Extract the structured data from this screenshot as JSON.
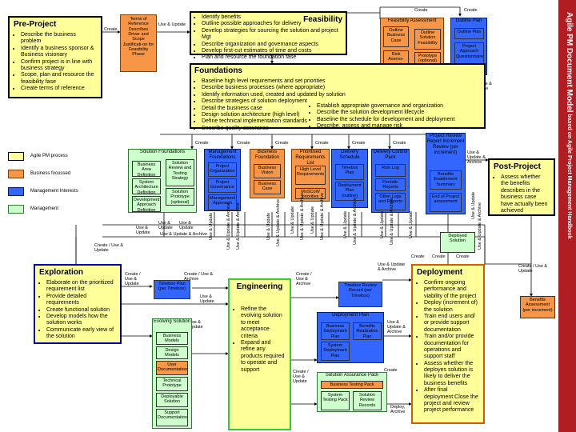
{
  "sidebar": {
    "title": "Agile PM Document Model",
    "subtitle": " based on Agile Project Management Handbook",
    "color": "#b01e23"
  },
  "colors": {
    "phase": "#ffff99",
    "business": "#f79646",
    "management": "#3366ff",
    "technical": "#ccffcc"
  },
  "legend": [
    {
      "label": "Agile PM process",
      "color": "#ffff99"
    },
    {
      "label": "Business focussed",
      "color": "#f79646"
    },
    {
      "label": "Management Interests",
      "color": "#3366ff"
    },
    {
      "label": "Management",
      "color": "#ccffcc"
    }
  ],
  "preproject": {
    "title": "Pre-Project",
    "items": [
      "Describe the business problem",
      "Identify a business sponsor & Business visionary",
      "Confirm project is in line with business strategy",
      "Scope, plan and resource the feasibility fase",
      "Create terms of reference"
    ]
  },
  "tor_doc": "Terms of Reference Describes Driver and Scope Justificati-on for Feasibility Phase",
  "feasibility": {
    "title": "Feasibility",
    "items": [
      "Identify benefits",
      "Outline possible approaches for delivery",
      "Develop strategies for sourcing the solution and project Mgt",
      "Describe organization and governance aspects",
      "Develop first-cut estimates of time and costs",
      "Plan and resource the foundation fase"
    ]
  },
  "feas_assess": {
    "title": "Feasibility Assessment",
    "b1": "Outline Business Case",
    "b2": "Outline Solution Feasibility",
    "b3": "Risk Assess-ment",
    "b4": "Prototype (optional)"
  },
  "outline_plan": {
    "title": "Outline Plan",
    "b1": "Outline Plan",
    "b2": "Project Approach Questionnaire"
  },
  "foundations": {
    "title": "Foundations",
    "items_left": [
      "Baseline high level requirements and set priorities",
      "Describe business processes (where appropriate)",
      "Identify information used, created and updated by solution",
      "Describe strategies of solution deployment",
      "Detail the business case",
      "Design solution architecture (high level)",
      "Define technical implementation standards",
      "Describe quality assurance"
    ],
    "items_right": [
      "Establish appropriate governance and organization",
      "Describe the solution development lifecycle",
      "Baseline the schedule for development and deployment",
      "Describe, assess and manage risk"
    ]
  },
  "sol_found": {
    "title": "Solution Foundations",
    "b1": "Business Area Definition",
    "b2": "System Architecture Definition",
    "b3": "Development Approach Definition",
    "b4": "Solution Review and Testing Strategy",
    "b5": "Solution Prototype (optional)"
  },
  "mgmt_found": {
    "title": "Management Foundations",
    "b1": "Project Organization",
    "b2": "Project Governance",
    "b3": "Management Approach"
  },
  "bus_found": {
    "title": "Business Foundation",
    "b1": "Business Vision",
    "b2": "Business Case"
  },
  "prior_req": {
    "title": "Prioritised Requirements List",
    "b1": "High Level Requirements",
    "b2": "MoSCoW priorities"
  },
  "deliv_sched": {
    "title": "Delivery Schedule",
    "b1": "Timebox Plan",
    "b2": "Deployment Plan (outline)"
  },
  "deliv_ctrl": {
    "title": "Delivery Control Pack",
    "b1": "Risk Log",
    "b2": "Periodic Reports",
    "b3": "Other Logs and Reports"
  },
  "benefits_review": {
    "title": "Project Review Report Increment Review (per increment)",
    "b1": "Benefits Enablement Summary",
    "b2": "End of Project assessment"
  },
  "postproject": {
    "title": "Post-Project",
    "items": [
      "Assess whether the benefits describes in the business case have actually been achieved"
    ]
  },
  "benefits_assessment": "Benefits Assessment (per increment)",
  "deployed_solution": "Deployed Solution",
  "exploration": {
    "title": "Exploration",
    "items": [
      "Elaborate on the prioritized requirement list",
      "Provide detailed requirements",
      "Create functional solution",
      "Develop models how the solution works",
      "Communicate early view of the solution"
    ]
  },
  "timebox_plan": "Timebox Plan (per Timebox)",
  "timebox_review": "Timebox Review Record (per Timebox)",
  "engineering": {
    "title": "Engineering",
    "items": [
      "Refine the evolving solution to meet acceptance criteria",
      "Expand and refine any products required to operate and support"
    ]
  },
  "evolving": {
    "title": "Evolving Solution",
    "b1": "Business Models",
    "b2": "Design Models",
    "b3": "User Documentation",
    "b4": "Technical Prototype",
    "b5": "Deployable Solution",
    "b6": "Support Documentation"
  },
  "deploy_plan": {
    "title": "Deployment Plan",
    "b1": "Business Deployment Plan",
    "b2": "Benefits Realization Plan",
    "b3": "System Deployment Plan"
  },
  "sol_assurance": {
    "title": "Solution Assurance Pack",
    "b1": "Business Testing Pack",
    "b2": "System Testing Pack",
    "b3": "Solution Review Records"
  },
  "deployment": {
    "title": "Deployment",
    "items": [
      "Confirm ongoing performance and viability of the project",
      "Deploy (increment of) the solution",
      "Train end users and/ or provide support documentation",
      "Train and/or provide documentation for operations and support staff",
      "Assess whether the deployes solution is likely to deliver the business benefits",
      "After final deployment:Close the project and review project performance"
    ]
  },
  "edge_labels": {
    "create": "Create",
    "use_archive": "Use & Update",
    "use_update_archive": "Use & Update & Archive",
    "create_use_update": "Create / Use & Update",
    "create_use_archive": "Create / Use & Archive",
    "use_archive_short": "Use & Archive",
    "deploy_archive": "Deploy, Archive",
    "use_update": "Use & Update",
    "use_upd_arch": "Use & Update & Archive",
    "use_upd_arch_v": "Use & Update & Archive"
  }
}
